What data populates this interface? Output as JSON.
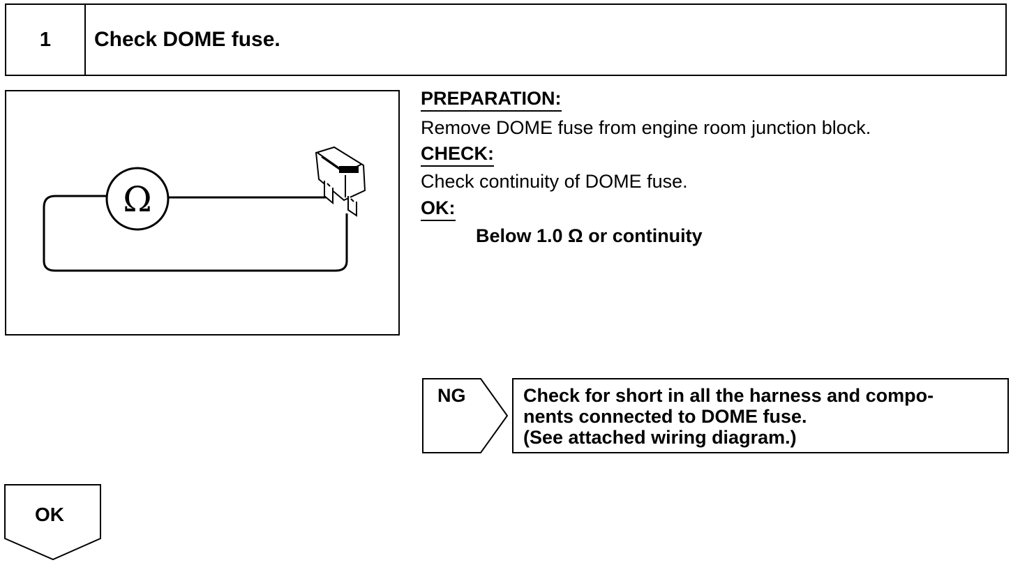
{
  "step": {
    "number": "1",
    "title": "Check DOME fuse."
  },
  "illustration": {
    "meter_symbol": "Ω",
    "meter_icon": "ohmmeter-icon",
    "fuse_icon": "blade-fuse-icon"
  },
  "sections": {
    "preparation_heading": "PREPARATION:",
    "preparation_text": "Remove DOME fuse from engine room junction block.",
    "check_heading": "CHECK:",
    "check_text": "Check continuity of DOME fuse.",
    "ok_heading": "OK:",
    "ok_spec": "Below 1.0 Ω or continuity"
  },
  "ng_branch": {
    "label": "NG",
    "lines": [
      "Check for short in all the harness and compo-",
      "nents connected to DOME fuse.",
      "(See attached wiring diagram.)"
    ]
  },
  "ok_branch": {
    "label": "OK"
  }
}
